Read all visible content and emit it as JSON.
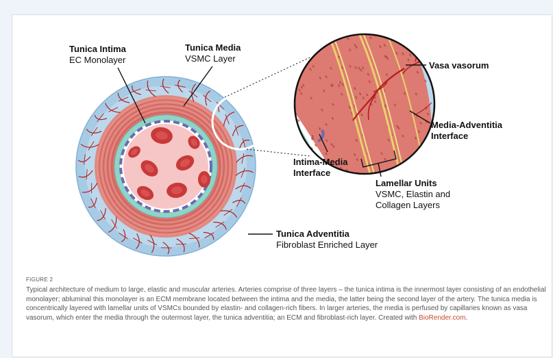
{
  "labels": {
    "tunica_intima": {
      "title": "Tunica Intima",
      "sub": "EC Monolayer"
    },
    "tunica_media": {
      "title": "Tunica Media",
      "sub": "VSMC Layer"
    },
    "vasa_vasorum": {
      "title": "Vasa vasorum"
    },
    "media_adventitia": {
      "title": "Media-Adventitia",
      "sub": "Interface"
    },
    "intima_media": {
      "title": "Intima-Media",
      "sub": "Interface"
    },
    "lamellar_units": {
      "title": "Lamellar Units",
      "sub1": "VSMC, Elastin and",
      "sub2": "Collagen Layers"
    },
    "tunica_adventitia": {
      "title": "Tunica Adventitia",
      "sub": "Fibroblast Enriched Layer"
    }
  },
  "figure": {
    "label": "FIGURE 2",
    "caption_main": "Typical architecture of medium to large, elastic and muscular arteries. Arteries comprise of three layers – the tunica intima is the innermost layer consisting of an endothelial monolayer; abluminal this monolayer is an ECM membrane located between the intima and the media, the latter being the second layer of the artery. The tunica media is concentrically layered with lamellar units of VSMCs bounded by elastin- and collagen-rich fibers. In larger arteries, the media is perfused by capillaries known as vasa vasorum, which enter the media through the outermost layer, the tunica adventitia; an ECM and fibroblast-rich layer. Created with ",
    "caption_link": "BioRender.com",
    "caption_end": "."
  },
  "colors": {
    "adventitia": "#9fc6e2",
    "media": "#d9706a",
    "elastic": "#8fd3c8",
    "endothelium": "#6f6fb0",
    "lumen": "#f6c8c8",
    "rbc": "#c83a3a",
    "vessel": "#b21e1e"
  }
}
